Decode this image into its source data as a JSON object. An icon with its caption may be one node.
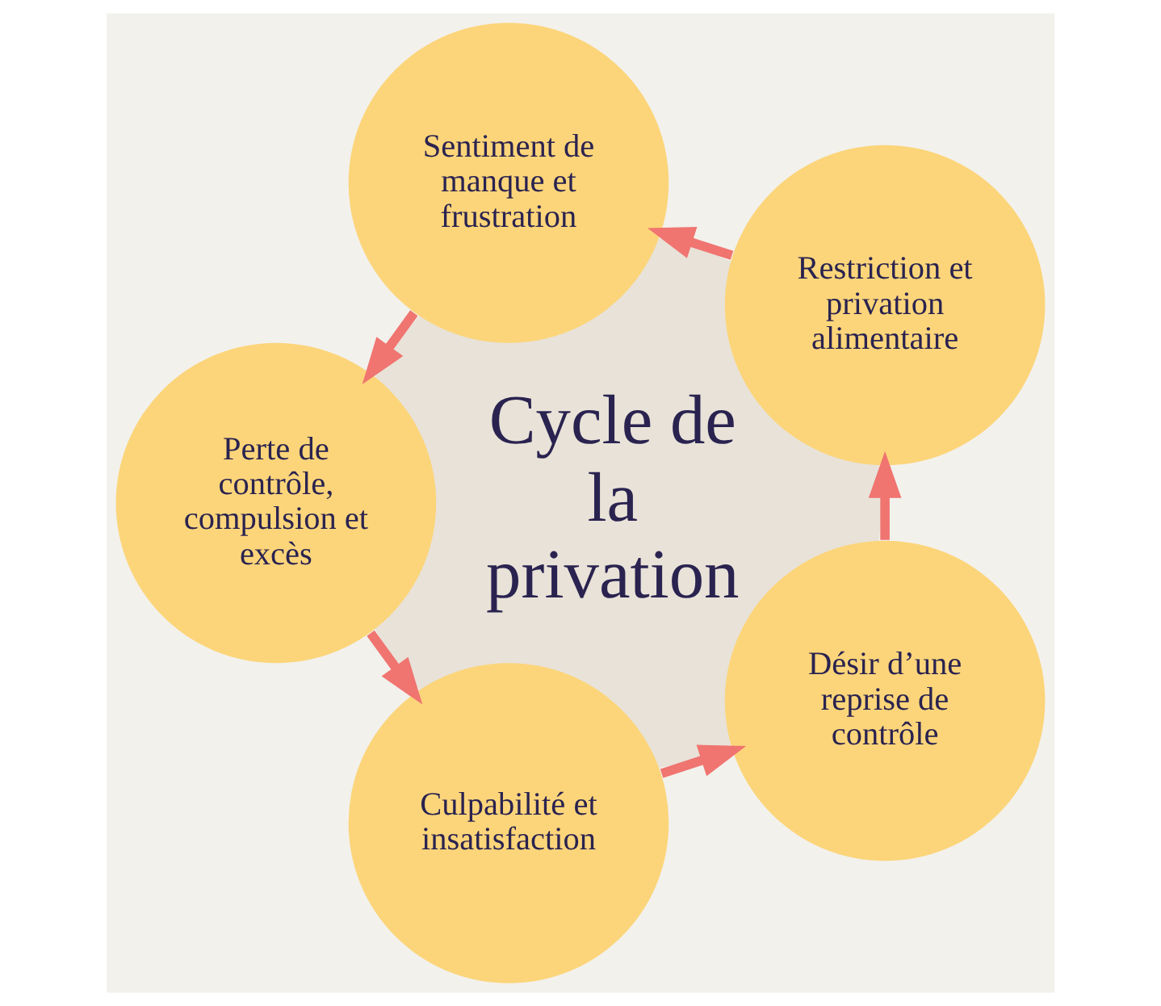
{
  "diagram": {
    "nodes": [
      {
        "text": [
          "Cycle de la privation"
        ]
      },
      {
        "text": [
          "Restriction et privation alimentaire"
        ]
      },
      {
        "text": [
          "Sentiment de manque et frustration"
        ]
      },
      {
        "text": [
          "Perte de contrôle, compulsion et excès"
        ]
      },
      {
        "text": [
          "Culpabilité et insatisfaction"
        ]
      },
      {
        "text": [
          "Désir d’une reprise de contrôle"
        ]
      }
    ],
    "edges": [
      {
        "from": 1,
        "to": 2,
        "arrow": "to"
      },
      {
        "from": 2,
        "to": 3,
        "arrow": "to"
      },
      {
        "from": 3,
        "to": 4,
        "arrow": "to"
      },
      {
        "from": 4,
        "to": 5,
        "arrow": "to"
      },
      {
        "from": 5,
        "to": 1,
        "arrow": "to"
      }
    ]
  }
}
